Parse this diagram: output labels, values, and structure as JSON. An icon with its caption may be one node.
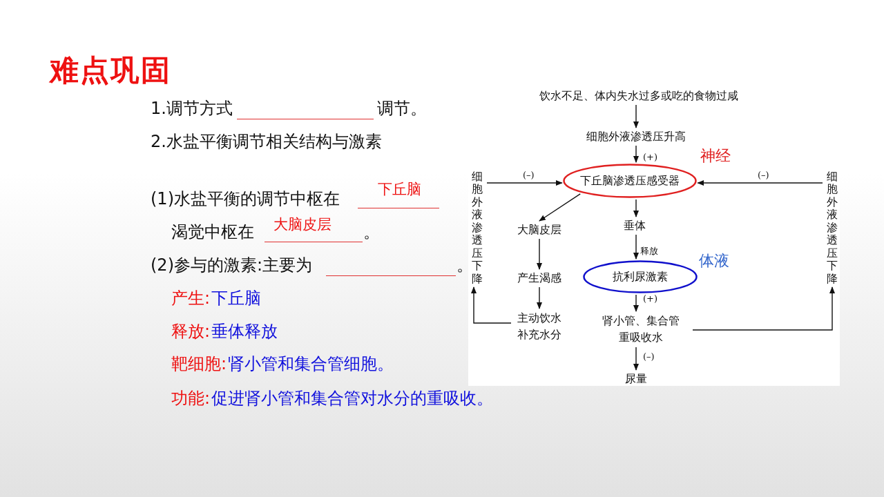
{
  "diagram": {
    "title": "难点巩固",
    "nodes": [
      {
        "text": [
          "饮水不足、体内失水过多或吃的食物过咸"
        ]
      },
      {
        "text": [
          "细胞外液渗透压升高"
        ]
      },
      {
        "text": [
          "下丘脑渗透压感受器"
        ],
        "beside": [
          "神经"
        ]
      },
      {
        "text": [
          "大脑皮层"
        ]
      },
      {
        "text": [
          "垂体"
        ]
      },
      {
        "text": [
          "产生渴感"
        ]
      },
      {
        "text": [
          "抗利尿激素"
        ],
        "beside": [
          "体液"
        ]
      },
      {
        "text": [
          "主动饮水补充水分"
        ]
      },
      {
        "text": [
          "肾小管、集合管重吸收水"
        ]
      },
      {
        "text": [
          "尿量"
        ]
      },
      {
        "text": [
          "细胞外液渗透压下降"
        ]
      },
      {
        "text": [
          "细胞外液渗透压下降"
        ]
      }
    ],
    "edges": [
      {
        "from": 0,
        "to": 1,
        "arrow": "to"
      },
      {
        "from": 1,
        "to": 2,
        "arrow": "to",
        "label": "(+)"
      },
      {
        "from": 10,
        "to": 2,
        "arrow": "to",
        "label": "(–)"
      },
      {
        "from": 11,
        "to": 2,
        "arrow": "to",
        "label": "(–)"
      },
      {
        "from": 2,
        "to": 3,
        "arrow": "to"
      },
      {
        "from": 2,
        "to": 4,
        "arrow": "to"
      },
      {
        "from": 3,
        "to": 5,
        "arrow": "to"
      },
      {
        "from": 5,
        "to": 7,
        "arrow": "to"
      },
      {
        "from": 7,
        "to": 10,
        "arrow": "to"
      },
      {
        "from": 4,
        "to": 6,
        "arrow": "to",
        "label": "释放"
      },
      {
        "from": 6,
        "to": 8,
        "arrow": "to",
        "label": "(+)"
      },
      {
        "from": 8,
        "to": 9,
        "arrow": "to",
        "label": "(–)"
      },
      {
        "from": 8,
        "to": 11,
        "arrow": "to"
      }
    ],
    "labels": [
      "1.调节方式",
      "调节。",
      "2.水盐平衡调节相关结构与激素",
      "(1)水盐平衡的调节中枢在",
      "下丘脑",
      "渴觉中枢在",
      "大脑皮层",
      "。",
      "(2)参与的激素:主要为",
      "。",
      "产生:",
      "下丘脑",
      "释放:",
      "垂体释放",
      "靶细胞:",
      "肾小管和集合管细胞。",
      "功能:",
      "促进肾小管和集合管对水分的重吸收。"
    ]
  }
}
